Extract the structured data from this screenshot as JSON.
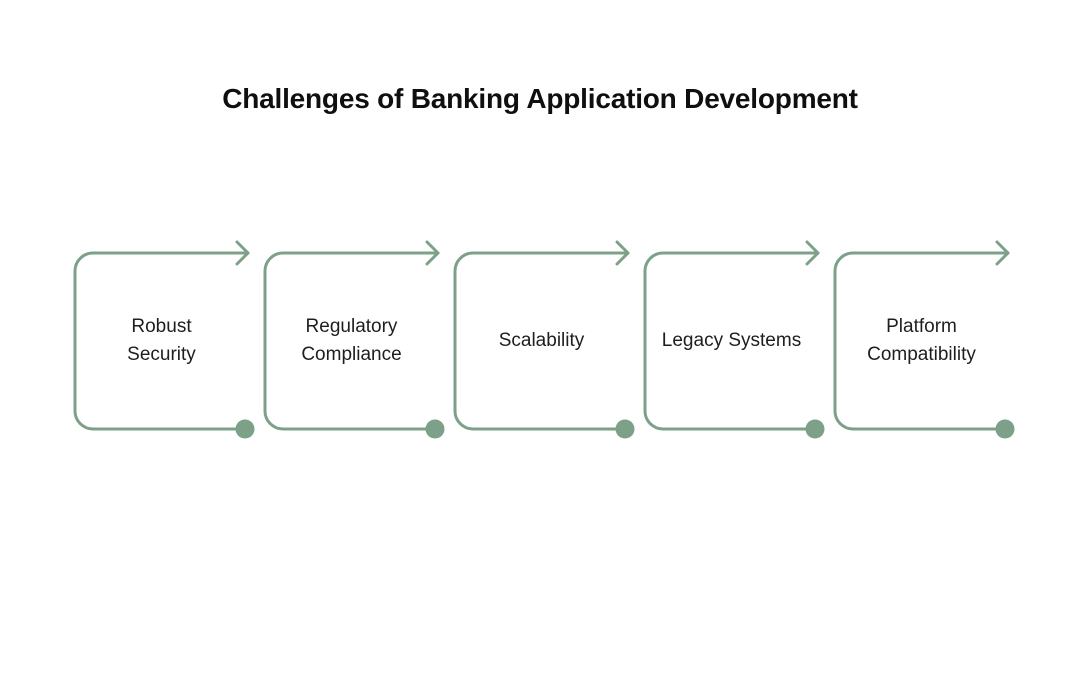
{
  "title": "Challenges of Banking Application Development",
  "diagram": {
    "items": [
      {
        "label": "Robust\nSecurity"
      },
      {
        "label": "Regulatory\nCompliance"
      },
      {
        "label": "Scalability"
      },
      {
        "label": "Legacy Systems"
      },
      {
        "label": "Platform\nCompatibility"
      }
    ],
    "icons": {
      "arrow_icon": "chevron-right-arrow",
      "endpoint_icon": "filled-circle"
    }
  },
  "colors": {
    "accent": "#7da188",
    "text": "#1e1e1e",
    "title": "#0f0f0f",
    "background": "#ffffff"
  }
}
